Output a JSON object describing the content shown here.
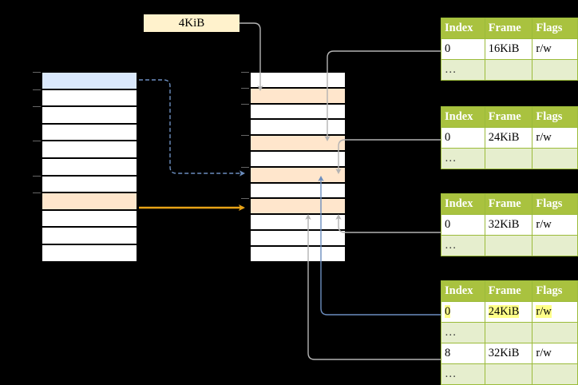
{
  "diagram": {
    "title_label": "4KiB",
    "page_table_columns": [
      "Index",
      "Frame",
      "Flags"
    ],
    "ellipsis": "…",
    "tables": [
      {
        "name": "level-1-table",
        "rows": [
          {
            "index": "0",
            "frame": "16KiB",
            "flags": "r/w",
            "highlight": false
          },
          {
            "index": "…",
            "frame": "",
            "flags": "",
            "ellipsis": true
          }
        ]
      },
      {
        "name": "level-2-table",
        "rows": [
          {
            "index": "0",
            "frame": "24KiB",
            "flags": "r/w",
            "highlight": false
          },
          {
            "index": "…",
            "frame": "",
            "flags": "",
            "ellipsis": true
          }
        ]
      },
      {
        "name": "level-3-table",
        "rows": [
          {
            "index": "0",
            "frame": "32KiB",
            "flags": "r/w",
            "highlight": false
          },
          {
            "index": "…",
            "frame": "",
            "flags": "",
            "ellipsis": true
          }
        ]
      },
      {
        "name": "level-4-table",
        "rows": [
          {
            "index": "0",
            "frame": "24KiB",
            "flags": "r/w",
            "highlight": true
          },
          {
            "index": "…",
            "frame": "",
            "flags": "",
            "ellipsis": true
          },
          {
            "index": "8",
            "frame": "32KiB",
            "flags": "r/w",
            "highlight": false
          },
          {
            "index": "…",
            "frame": "",
            "flags": "",
            "ellipsis": true
          }
        ]
      }
    ],
    "left_column": {
      "name": "virtual-address-space",
      "row_count": 11,
      "rows": [
        {
          "fill": "blue"
        },
        {
          "fill": "white"
        },
        {
          "fill": "white"
        },
        {
          "fill": "white"
        },
        {
          "fill": "white"
        },
        {
          "fill": "white"
        },
        {
          "fill": "white"
        },
        {
          "fill": "peach"
        },
        {
          "fill": "white"
        },
        {
          "fill": "white"
        },
        {
          "fill": "white"
        }
      ]
    },
    "middle_column": {
      "name": "physical-memory",
      "row_count": 12,
      "rows": [
        {
          "fill": "white"
        },
        {
          "fill": "peach"
        },
        {
          "fill": "white"
        },
        {
          "fill": "white"
        },
        {
          "fill": "peach"
        },
        {
          "fill": "white"
        },
        {
          "fill": "peach"
        },
        {
          "fill": "white"
        },
        {
          "fill": "peach"
        },
        {
          "fill": "white"
        },
        {
          "fill": "white"
        },
        {
          "fill": "white"
        }
      ]
    },
    "colors": {
      "table_header": "#a9c23f",
      "table_ellipsis_row": "#e6eece",
      "highlight": "#ffff88",
      "blue_frame": "#dae8fc",
      "peach_frame": "#ffe6cc",
      "label_bg": "#fff2cc",
      "orange_arrow": "#e8a317",
      "blue_arrow": "#6c8ebf",
      "gray_arrow": "#b3b3b3"
    }
  }
}
